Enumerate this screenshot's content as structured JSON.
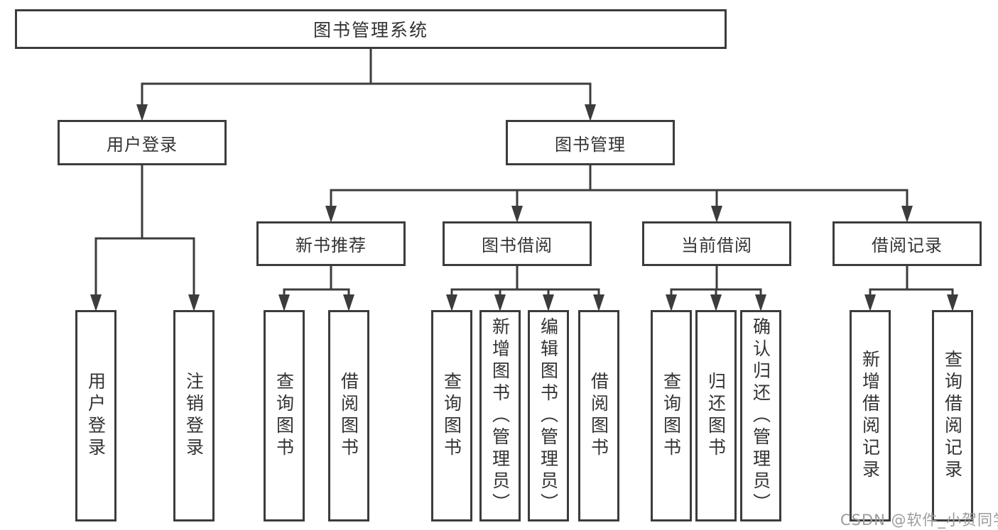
{
  "diagram": {
    "root": {
      "label": "图书管理系统"
    },
    "level2": [
      {
        "label": "用户登录"
      },
      {
        "label": "图书管理"
      }
    ],
    "level3": [
      {
        "label": "新书推荐"
      },
      {
        "label": "图书借阅"
      },
      {
        "label": "当前借阅"
      },
      {
        "label": "借阅记录"
      }
    ],
    "leaves": {
      "user_login": [
        "用户登录",
        "注销登录"
      ],
      "new_book_recommend": [
        "查询图书",
        "借阅图书"
      ],
      "book_borrow": [
        "查询图书",
        "新增图书（管理员）",
        "编辑图书（管理员）",
        "借阅图书"
      ],
      "current_borrow": [
        "查询图书",
        "归还图书",
        "确认归还（管理员）"
      ],
      "borrow_records": [
        "新增借阅记录",
        "查询借阅记录"
      ]
    }
  },
  "watermark": {
    "text": "CSDN @软件_小贺同学"
  },
  "colors": {
    "line": "#3c3c3c",
    "text": "#333333",
    "watermark": "#9b9b9b",
    "background": "#ffffff"
  }
}
